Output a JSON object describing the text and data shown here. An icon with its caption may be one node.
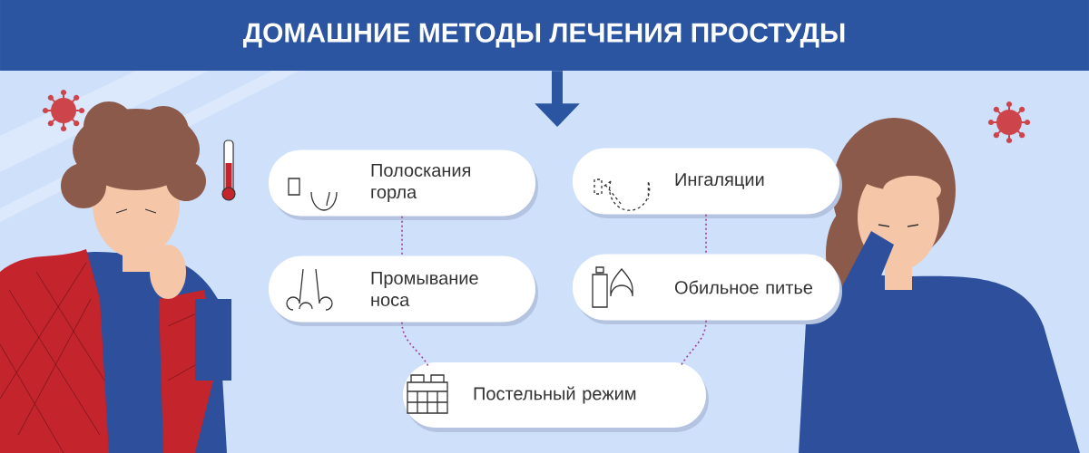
{
  "diagram": {
    "nodes": [
      {
        "text": [
          "ДОМАШНИЕ МЕТОДЫ ЛЕЧЕНИЯ ПРОСТУДЫ"
        ]
      },
      {
        "text": [
          "Полоскания горла"
        ]
      },
      {
        "text": [
          "Ингаляции"
        ]
      },
      {
        "text": [
          "Промывание носа"
        ]
      },
      {
        "text": [
          "Обильное питье"
        ]
      },
      {
        "text": [
          "Постельный режим"
        ]
      }
    ],
    "edges": [
      {
        "from": 0,
        "to": null,
        "arrow": "to",
        "style": "thick",
        "color": "#2b55a1"
      },
      {
        "from": 1,
        "to": 3,
        "arrow": "none",
        "style": "dashed"
      },
      {
        "from": 2,
        "to": 4,
        "arrow": "none",
        "style": "dashed"
      },
      {
        "from": 3,
        "to": 5,
        "arrow": "none",
        "style": "dashed"
      },
      {
        "from": 4,
        "to": 5,
        "arrow": "none",
        "style": "dashed"
      }
    ]
  }
}
